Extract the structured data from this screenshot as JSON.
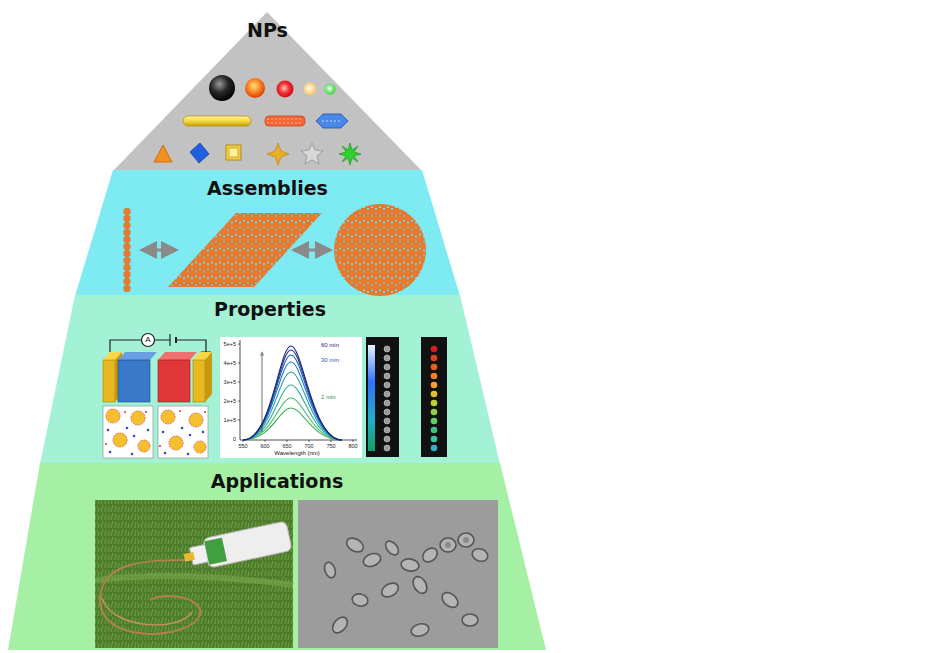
{
  "diagram": {
    "nodes": [
      {
        "text": [
          "NPs"
        ]
      },
      {
        "text": [
          "Assemblies"
        ]
      },
      {
        "text": [
          "Properties"
        ]
      },
      {
        "text": [
          "Applications"
        ]
      }
    ],
    "labels": [
      "A",
      "5e+5",
      "4e+5",
      "3e+5",
      "2e+5",
      "1e+5",
      "0",
      "550",
      "600",
      "650",
      "700",
      "750",
      "800",
      "Wavelength (nm)",
      "60 min",
      "30 min",
      "2 min"
    ]
  }
}
